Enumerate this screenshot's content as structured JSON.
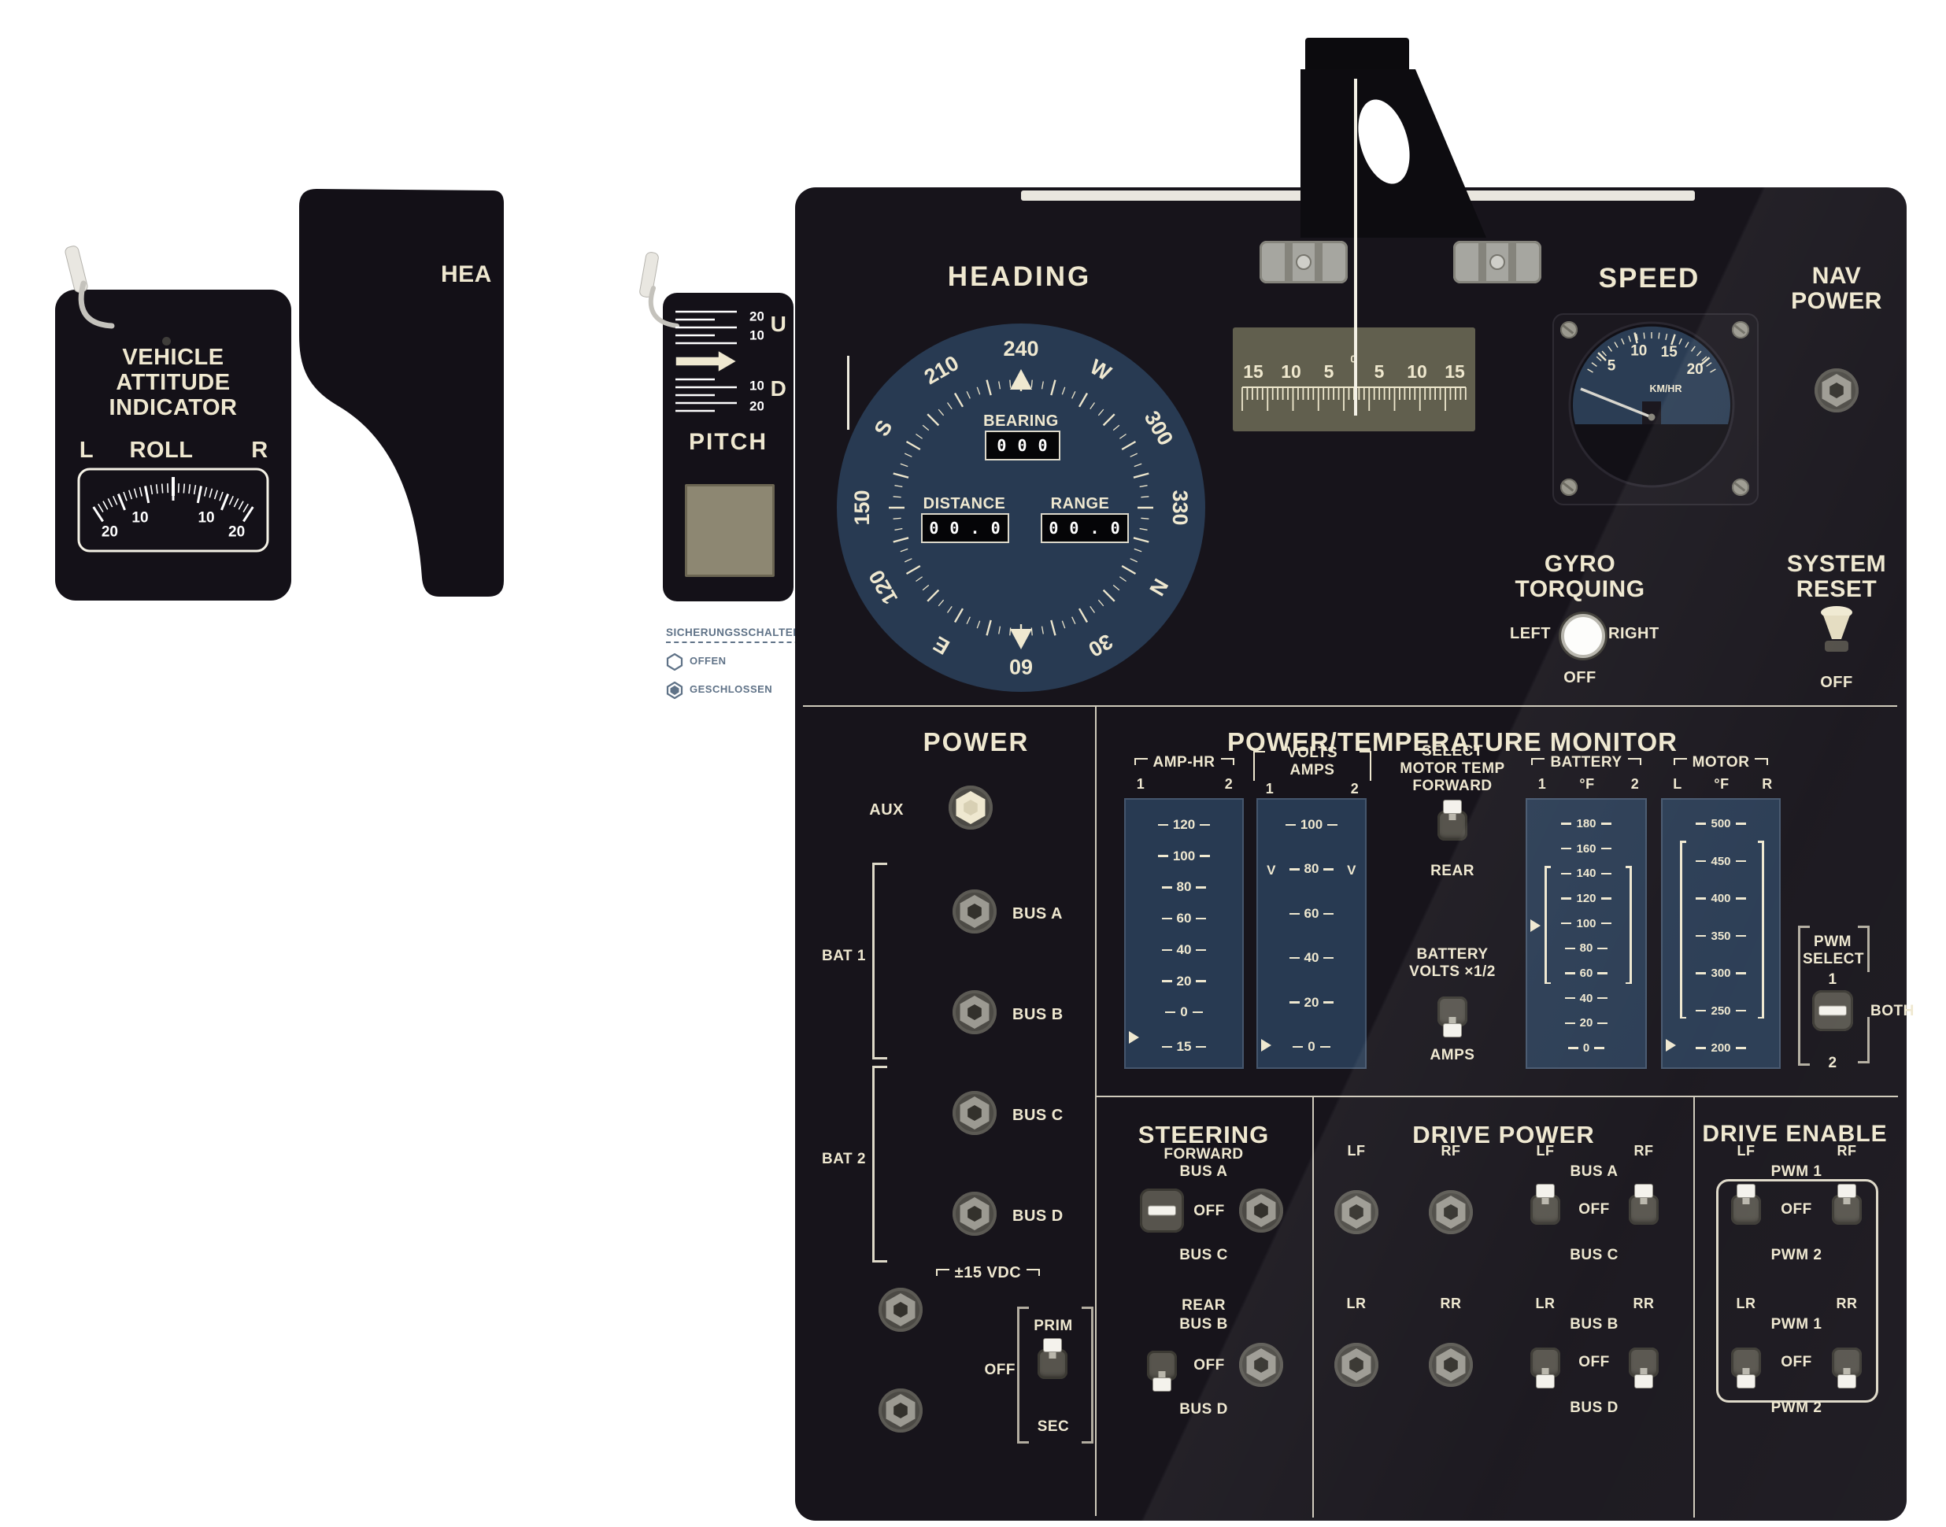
{
  "colors": {
    "panel": "#141118",
    "navy": "#283a52",
    "cream": "#efe8d0"
  },
  "attitude": {
    "title1": "VEHICLE",
    "title2": "ATTITUDE",
    "title3": "INDICATOR",
    "left": "L",
    "roll": "ROLL",
    "right": "R",
    "scale": [
      "20",
      "10",
      "10",
      "20"
    ]
  },
  "cover": {
    "label": "HEA"
  },
  "pitch": {
    "up": "U",
    "down": "D",
    "label": "PITCH",
    "scale": [
      "20",
      "10",
      "10",
      "20"
    ]
  },
  "legend": {
    "title": "SICHERUNGSSCHALTER",
    "open": "OFFEN",
    "closed": "GESCHLOSSEN"
  },
  "heading": {
    "title": "HEADING",
    "compass": [
      "240",
      "W",
      "300",
      "330",
      "N",
      "30",
      "60",
      "E",
      "120",
      "150",
      "S",
      "210"
    ],
    "bearing_label": "BEARING",
    "bearing_value": "0 0 0",
    "distance_label": "DISTANCE",
    "distance_value": "0 0 . 0",
    "range_label": "RANGE",
    "range_value": "0 0 . 0"
  },
  "sun_scale": {
    "left": [
      "15",
      "10",
      "5"
    ],
    "zero": "0",
    "right": [
      "5",
      "10",
      "15"
    ]
  },
  "speed": {
    "title": "SPEED",
    "unit": "KM/HR",
    "ticks": [
      "5",
      "10",
      "15",
      "20"
    ]
  },
  "nav_power": {
    "line1": "NAV",
    "line2": "POWER"
  },
  "gyro": {
    "line1": "GYRO",
    "line2": "TORQUING",
    "left": "LEFT",
    "right": "RIGHT",
    "off": "OFF"
  },
  "system_reset": {
    "line1": "SYSTEM",
    "line2": "RESET",
    "off": "OFF"
  },
  "power": {
    "title": "POWER",
    "aux": "AUX",
    "bat1": "BAT 1",
    "bat2": "BAT 2",
    "bus_a": "BUS A",
    "bus_b": "BUS B",
    "bus_c": "BUS C",
    "bus_d": "BUS D",
    "vdc": "±15 VDC",
    "prim": "PRIM",
    "off": "OFF",
    "sec": "SEC"
  },
  "monitor": {
    "title": "POWER/TEMPERATURE MONITOR",
    "amp_hr": {
      "label": "AMP-HR",
      "c1": "1",
      "c2": "2",
      "scale": [
        "120",
        "100",
        "80",
        "60",
        "40",
        "20",
        "0",
        "15"
      ]
    },
    "volts": {
      "l1": "VOLTS",
      "l2": "AMPS",
      "c1": "1",
      "c2": "2",
      "v": "V",
      "scale": [
        "100",
        "80",
        "60",
        "40",
        "20",
        "0"
      ]
    },
    "motor_temp": {
      "l1": "SELECT",
      "l2": "MOTOR TEMP",
      "l3": "FORWARD",
      "rear": "REAR"
    },
    "battery_volts": {
      "l1": "BATTERY",
      "l2": "VOLTS ×1/2",
      "amps": "AMPS"
    },
    "battery": {
      "label": "BATTERY",
      "c1": "1",
      "unit": "°F",
      "c2": "2",
      "scale": [
        "180",
        "160",
        "140",
        "120",
        "100",
        "80",
        "60",
        "40",
        "20",
        "0"
      ]
    },
    "motor": {
      "label": "MOTOR",
      "c1": "L",
      "unit": "°F",
      "c2": "R",
      "scale": [
        "500",
        "450",
        "400",
        "350",
        "300",
        "250",
        "200"
      ]
    },
    "pwm": {
      "l1": "PWM",
      "l2": "SELECT",
      "one": "1",
      "both": "BOTH",
      "two": "2"
    }
  },
  "steering": {
    "title": "STEERING",
    "forward": "FORWARD",
    "rear": "REAR",
    "bus_a": "BUS A",
    "bus_b": "BUS B",
    "bus_c": "BUS C",
    "bus_d": "BUS D",
    "off": "OFF"
  },
  "drive_power": {
    "title": "DRIVE POWER",
    "lf": "LF",
    "rf": "RF",
    "lr": "LR",
    "rr": "RR",
    "bus_a": "BUS A",
    "bus_b": "BUS B",
    "bus_c": "BUS C",
    "bus_d": "BUS D",
    "off": "OFF"
  },
  "drive_enable": {
    "title": "DRIVE ENABLE",
    "lf": "LF",
    "rf": "RF",
    "lr": "LR",
    "rr": "RR",
    "pwm1": "PWM 1",
    "pwm2": "PWM 2",
    "off": "OFF"
  }
}
